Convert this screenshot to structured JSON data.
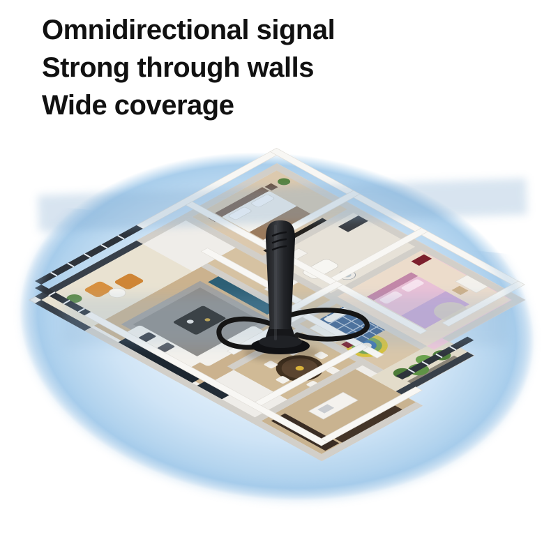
{
  "headline": {
    "line1": "Omnidirectional signal",
    "line2": "Strong through walls",
    "line3": "Wide coverage"
  },
  "colors": {
    "background": "#ffffff",
    "headline_text": "#111111",
    "signal_glow_edge": "#a9ceec",
    "signal_glow_center": "#eef6fc",
    "signal_band": "#7fa9cf",
    "antenna_black": "#1c1d20",
    "wall_white": "#f8f7f4",
    "floor_wood": "#cbb28e",
    "orange_armchair": "#d8903e",
    "pink_bedroom": "#e9c0d6",
    "blue_plaid_bed": "#3e628e",
    "teal_cabinet": "#2d5f75",
    "plant_green": "#5f9346"
  },
  "scene": {
    "objects": [
      "signal-coverage-glow",
      "apartment-floorplan",
      "antenna",
      "antenna-cable",
      "signal-bands"
    ]
  }
}
